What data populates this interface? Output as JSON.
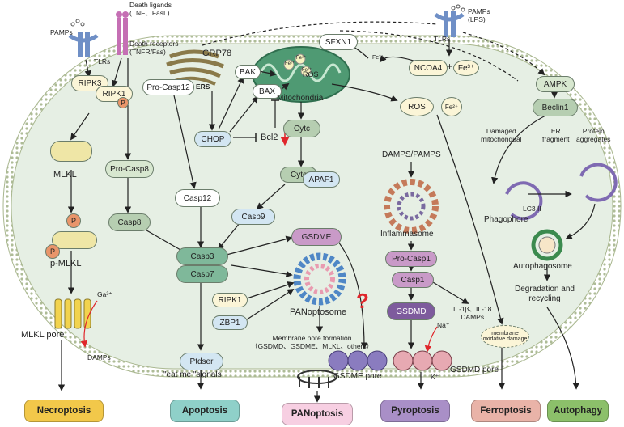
{
  "colors": {
    "cell_fill": "#e6efe4",
    "membrane": "#c9d6b5",
    "node_green": "#d7e7cf",
    "node_dark": "#b6ceb1",
    "node_blue": "#d3e6f2",
    "node_yellow": "#fbf5d7",
    "node_purple": "#c99ac8",
    "necroptosis": "#f2c84a",
    "apoptosis": "#8fd0c9",
    "panoptosis": "#f7cfe2",
    "pyroptosis": "#a98fc7",
    "ferroptosis": "#e9b3a8",
    "autophagy": "#8cc06a",
    "red": "#e0262b"
  },
  "labels": {
    "pamps_left": "PAMPs",
    "tlrs_left": "TLRs",
    "death_ligands": "Death ligands\n(TNF、FasL)",
    "death_receptors": "Death receptors\n(TNFR/Fas)",
    "grp78": "GRP78",
    "pro_casp12": "Pro-Casp12",
    "ers": "ERS",
    "bak": "BAK",
    "bax": "BAX",
    "chop": "CHOP",
    "bcl2": "Bcl2",
    "fe2_a": "Fe²⁺",
    "fe2_b": "Fe²⁺",
    "fe2_c": "Fe²⁺",
    "ros_mito": "ROS",
    "mitochondria": "Mitochondria",
    "sfxn1": "SFXN1",
    "fe2_float": "Fe²⁺",
    "ncoa4": "NCOA4",
    "plus": "+",
    "fe3": "Fe³⁺",
    "pamps_lps": "PAMPs\n(LPS)",
    "tlrs_right": "TLRs",
    "ampk": "AMPK",
    "beclin1": "Beclin1",
    "ros": "ROS",
    "fe2_ros": "Fe²⁺",
    "ripk3": "RIPK3",
    "ripk1": "RIPK1",
    "p_ripk1": "P",
    "mlkl": "MLKL",
    "p_mlkl_dot": "P",
    "p_mlkl_dot2": "P",
    "p_mlkl": "p-MLKL",
    "ga": "Ga²⁺",
    "mlkl_pore": "MLKL pore",
    "damps_left": "DAMPs",
    "pro_casp8": "Pro-Casp8",
    "casp8": "Casp8",
    "casp12": "Casp12",
    "cytc_1": "Cytc",
    "cytc_2": "Cytc",
    "apaf1": "APAF1",
    "casp9": "Casp9",
    "casp3": "Casp3",
    "casp7": "Casp7",
    "gsdme": "GSDME",
    "ripk1_b": "RIPK1",
    "zbp1": "ZBP1",
    "panoptosome": "PANoptosome",
    "membrane_pore": "Membrane pore formation\n（GSDMD、GSDME、MLKL、others）",
    "question": "?",
    "ptdser": "Ptdser",
    "eat_me": "\"eat me \"signals",
    "gsdme_pore": "GSDME pore",
    "damps_pamps": "DAMPS/PAMPS",
    "inflammasome": "Inflammasome",
    "pro_casp1": "Pro-Casp1",
    "casp1": "Casp1",
    "gsdmd": "GSDMD",
    "il": "IL-1β、IL-18\nDAMPs",
    "na": "Na⁺",
    "k": "K⁺",
    "gsdmd_pore": "GSDMD pore",
    "membrane_damage": "membrane\noxidative damage",
    "damaged_mito": "Damaged\nmitochondual",
    "er_fragment": "ER\nfragment",
    "protein_agg": "Protein\naggregates",
    "lc3": "LC3 II",
    "phagophore": "Phagophore",
    "autophagosome": "Autophagosome",
    "degradation": "Degradation and\nrecycling"
  },
  "outcomes": {
    "necroptosis": "Necroptosis",
    "apoptosis": "Apoptosis",
    "panoptosis": "PANoptosis",
    "pyroptosis": "Pyroptosis",
    "ferroptosis": "Ferroptosis",
    "autophagy": "Autophagy"
  }
}
